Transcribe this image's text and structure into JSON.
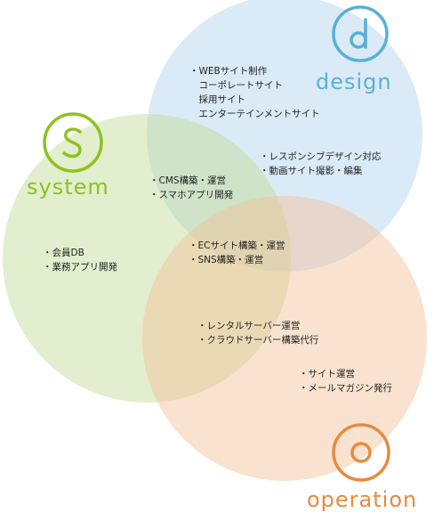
{
  "colors": {
    "design": "#5ab0d6",
    "system": "#8cc21f",
    "operation": "#e88a3f",
    "design_fill": "rgba(170, 205, 235, 0.42)",
    "system_fill": "rgba(195, 220, 150, 0.48)",
    "operation_fill": "rgba(245, 190, 150, 0.45)"
  },
  "labels": {
    "design": "design",
    "system": "system",
    "operation": "operation"
  },
  "icons": {
    "design": "letter-d-circle-icon",
    "system": "letter-s-circle-icon",
    "operation": "letter-o-circle-icon"
  },
  "groups": {
    "design_only": [
      "・WEBサイト制作",
      "　コーポレートサイト",
      "　採用サイト",
      "　エンターテインメントサイト"
    ],
    "design_operation": [
      "・レスポンシブデザイン対応",
      "・動画サイト撮影・編集"
    ],
    "system_design": [
      "・CMS構築・運営",
      "・スマホアプリ開発"
    ],
    "center": [
      "・ECサイト構築・運営",
      "・SNS構築・運営"
    ],
    "system_only": [
      "・会員DB",
      "・業務アプリ開発"
    ],
    "system_operation": [
      "・レンタルサーバー運営",
      "・クラウドサーバー構築代行"
    ],
    "operation_only": [
      "・サイト運営",
      "・メールマガジン発行"
    ]
  }
}
